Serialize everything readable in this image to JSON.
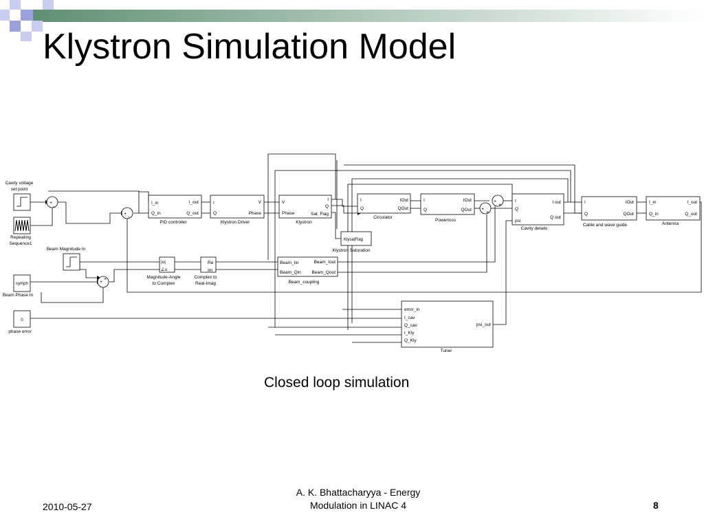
{
  "slide": {
    "title": "Klystron Simulation Model",
    "caption": "Closed loop simulation",
    "date": "2010-05-27",
    "footer_line1": "A. K. Bhattacharyya - Energy",
    "footer_line2": "Modulation in LINAC 4",
    "page_number": "8"
  },
  "colors": {
    "header_bar_start": "#5f8f73",
    "header_bar_end": "#ffffff",
    "corner_square_light": "#c8ccf0",
    "corner_square_dark": "#9aa0dd",
    "diagram_line": "#000000"
  },
  "diagram": {
    "sources": {
      "cavity_setpoint_l1": "Cavity voltage",
      "cavity_setpoint_l2": "set point",
      "repeating_l1": "Repeating",
      "repeating_l2": "Sequence1",
      "beam_magnitude": "Beam Magnitude In",
      "beam_phase_value": "symph",
      "beam_phase": "Beam Phase In",
      "phase_error_value": "0",
      "phase_error": "phase error"
    },
    "pid": {
      "name": "PID controller",
      "in1": "I_in",
      "in2": "Q_in",
      "out1": "I_out",
      "out2": "Q_out"
    },
    "driver": {
      "name": "Klystron Driver",
      "in1": "I",
      "in2": "Q",
      "out1": "V",
      "out2": "Phase"
    },
    "klystron": {
      "name": "Klystron",
      "in1": "V",
      "in2": "Phase",
      "out1": "I",
      "out2": "Q",
      "out3": "Sat. Flag"
    },
    "saturation": {
      "name": "Klystron Saturation",
      "inner": "KlysatFlag"
    },
    "circulator": {
      "name": "Circulator",
      "in1": "I",
      "in2": "Q",
      "out1": "IOut",
      "out2": "QOut"
    },
    "powerloss": {
      "name": "Powerloss",
      "in1": "I",
      "in2": "Q",
      "out1": "IOut",
      "out2": "QOut"
    },
    "cavity": {
      "name": "Cavity details",
      "in1": "I",
      "in2": "Q",
      "in3": "psi",
      "out1": "I out",
      "out2": "Q out"
    },
    "cable": {
      "name": "Cable and wave guide",
      "in1": "I",
      "in2": "Q",
      "out1": "IOut",
      "out2": "QOut"
    },
    "antenna": {
      "name": "Antenna",
      "in1": "I_in",
      "in2": "Q_in",
      "out1": "I_out",
      "out2": "Q_out"
    },
    "mag_angle": {
      "l1": "Magnitude-Angle",
      "l2": "to Complex",
      "p1": "|u|",
      "p2": "∠u"
    },
    "complex_re_im": {
      "l1": "Complex to",
      "l2": "Real-Imag",
      "p1": "Re",
      "p2": "Im"
    },
    "beam_coupling": {
      "name": "Beam_coupling",
      "in1": "Beam_Iin",
      "in2": "Beam_Qin",
      "out1": "Beam_Iout",
      "out2": "Beam_Qout"
    },
    "tuner": {
      "name": "Tuner",
      "in1": "error_in",
      "in2": "I_cav",
      "in3": "Q_cav",
      "in4": "I_Kly",
      "in5": "Q_Kly",
      "out1": "psi_out"
    },
    "signs": {
      "plus": "+",
      "minus": "-"
    }
  }
}
